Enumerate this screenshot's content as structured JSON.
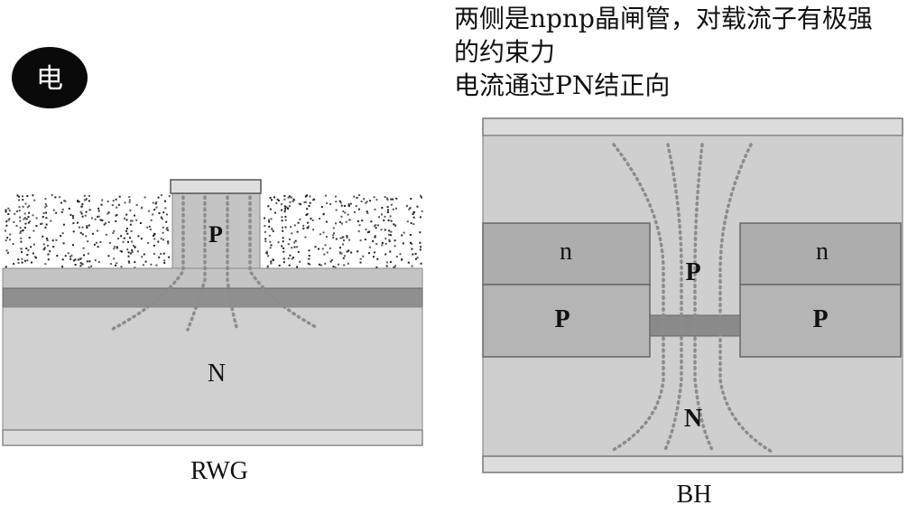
{
  "badge": {
    "text": "电"
  },
  "notes": {
    "line1": "两侧是npnp晶闸管，对载流子有极强",
    "line2": "的约束力",
    "line3": "电流通过PN结正向"
  },
  "rwg": {
    "caption": "RWG",
    "ridge_label": "P",
    "substrate_label": "N"
  },
  "bh": {
    "caption": "BH",
    "left_upper_label": "n",
    "right_upper_label": "n",
    "left_lower_label": "P",
    "right_lower_label": "P",
    "center_label": "P",
    "bottom_label": "N"
  }
}
